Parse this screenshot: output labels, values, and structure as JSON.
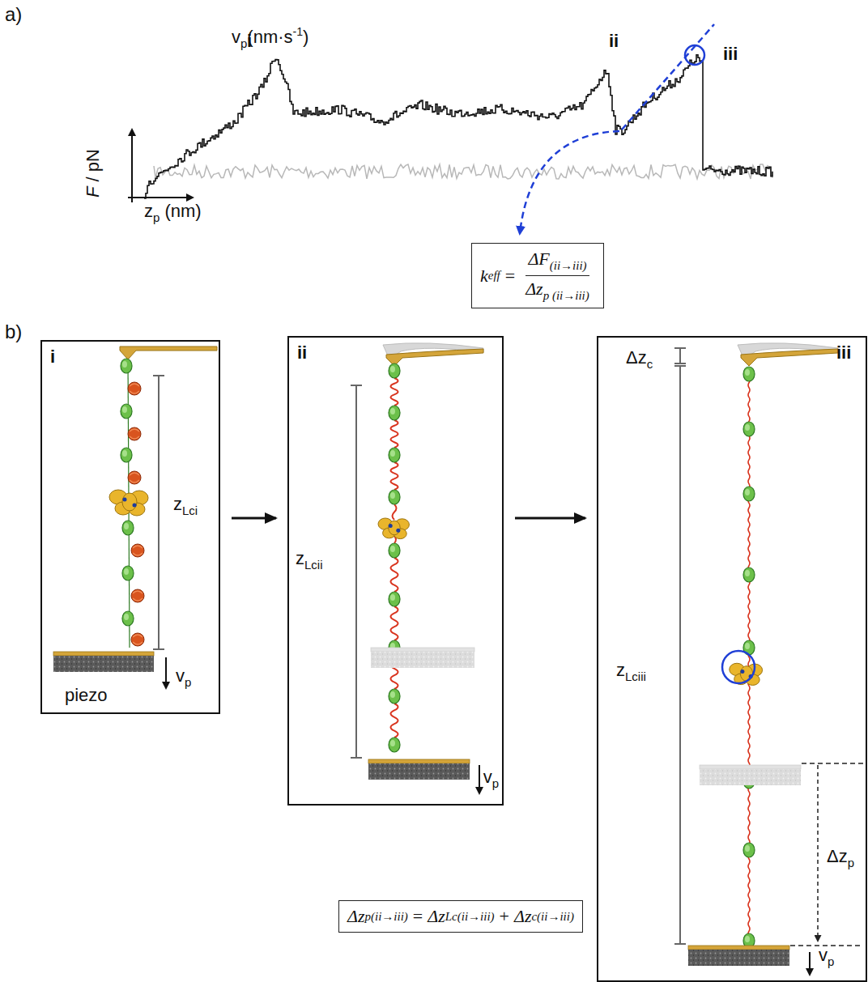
{
  "diagram": {
    "nodes": [
      {
        "text": [
          "k",
          "eff",
          "=",
          "ΔF",
          "(ii→iii)",
          "Δz",
          "p (ii→iii)"
        ]
      },
      {
        "text": [
          "i",
          "z",
          "Lci",
          "v",
          "p",
          "piezo"
        ]
      },
      {
        "text": [
          "ii",
          "z",
          "Lcii",
          "v",
          "p"
        ]
      },
      {
        "text": [
          "iii",
          "Δz",
          "c",
          "z",
          "Lciii",
          "Δz",
          "p",
          "v",
          "p"
        ]
      },
      {
        "text": [
          "Δz",
          "p(ii→iii)",
          "=",
          "Δz",
          "Lc(ii→iii)",
          "+",
          "Δz",
          "c(ii→iii)"
        ]
      }
    ],
    "edges": [
      {
        "from": 1,
        "to": 2,
        "arrow": "to"
      },
      {
        "from": 2,
        "to": 3,
        "arrow": "to"
      }
    ],
    "labels": [
      "a)",
      "v",
      "p",
      "(nm·s",
      "-1",
      ")",
      "F",
      " / pN",
      "z",
      "p",
      " (nm)",
      "i",
      "ii",
      "iii",
      "b)"
    ]
  }
}
